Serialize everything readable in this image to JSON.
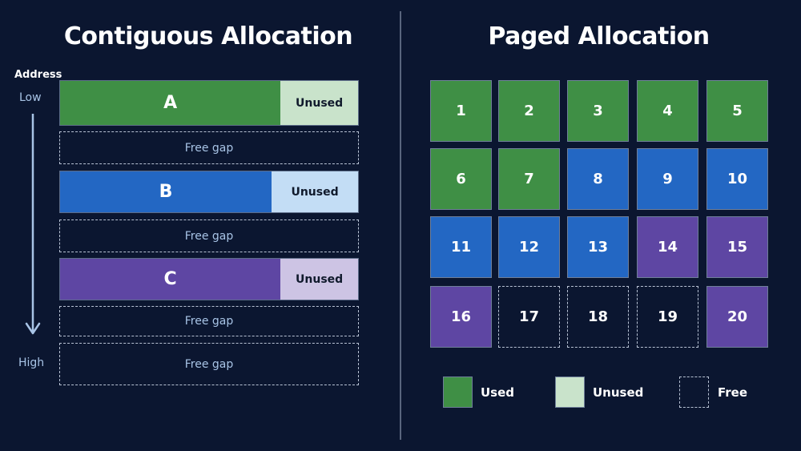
{
  "colors": {
    "background": "#0b1630",
    "green_used": "#3f8f45",
    "green_unused": "#c9e3cb",
    "blue_used": "#2367c3",
    "blue_unused": "#c3ddf5",
    "purple_used": "#5e46a3",
    "purple_unused": "#cdc4e4"
  },
  "contiguous": {
    "title": "Contiguous Allocation",
    "address_label": "Address",
    "low_label": "Low",
    "high_label": "High",
    "blocks": [
      {
        "kind": "process",
        "label": "A",
        "unused_label": "Unused",
        "color": "#3f8f45",
        "unused_color": "#c9e3cb",
        "used_fraction": 0.74
      },
      {
        "kind": "gap",
        "label": "Free gap"
      },
      {
        "kind": "process",
        "label": "B",
        "unused_label": "Unused",
        "color": "#2367c3",
        "unused_color": "#c3ddf5",
        "used_fraction": 0.71
      },
      {
        "kind": "gap",
        "label": "Free gap"
      },
      {
        "kind": "process",
        "label": "C",
        "unused_label": "Unused",
        "color": "#5e46a3",
        "unused_color": "#cdc4e4",
        "used_fraction": 0.74
      },
      {
        "kind": "gap",
        "label": "Free gap"
      },
      {
        "kind": "gap",
        "label": "Free gap"
      }
    ]
  },
  "paged": {
    "title": "Paged Allocation",
    "pages": [
      {
        "label": "1",
        "state": "green"
      },
      {
        "label": "2",
        "state": "green"
      },
      {
        "label": "3",
        "state": "green"
      },
      {
        "label": "4",
        "state": "green"
      },
      {
        "label": "5",
        "state": "green"
      },
      {
        "label": "6",
        "state": "green"
      },
      {
        "label": "7",
        "state": "green"
      },
      {
        "label": "8",
        "state": "blue"
      },
      {
        "label": "9",
        "state": "blue"
      },
      {
        "label": "10",
        "state": "blue"
      },
      {
        "label": "11",
        "state": "blue"
      },
      {
        "label": "12",
        "state": "blue"
      },
      {
        "label": "13",
        "state": "blue"
      },
      {
        "label": "14",
        "state": "purple"
      },
      {
        "label": "15",
        "state": "purple"
      },
      {
        "label": "16",
        "state": "purple"
      },
      {
        "label": "17",
        "state": "free"
      },
      {
        "label": "18",
        "state": "free"
      },
      {
        "label": "19",
        "state": "free"
      },
      {
        "label": "20",
        "state": "purple"
      }
    ],
    "legend": [
      {
        "label": "Used",
        "state": "used"
      },
      {
        "label": "Unused",
        "state": "unused"
      },
      {
        "label": "Free",
        "state": "free"
      }
    ]
  }
}
